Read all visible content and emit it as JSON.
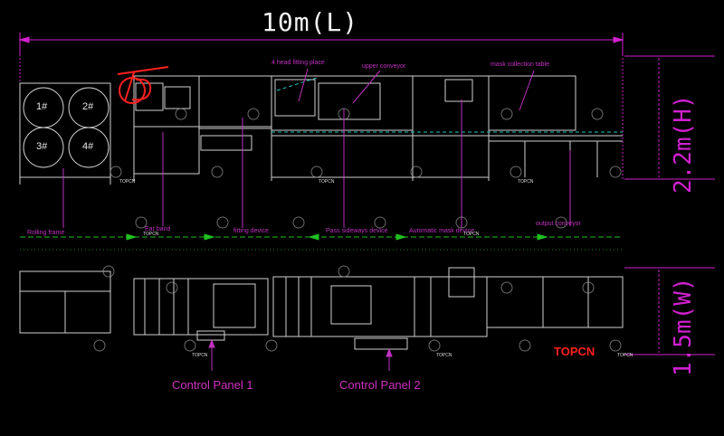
{
  "dimensions": {
    "length": "10m(L)",
    "height": "2.2m(H)",
    "width": "1.5m(W)"
  },
  "labels": {
    "fitting_place": "4 head fitting place",
    "upper_conveyor": "upper conveyor",
    "mask_collection": "mask collection table",
    "rolling_frame": "Rolling frame",
    "ear_band": "Ear band",
    "fixing_device": "fitting device",
    "second_device": "Pass sideways device",
    "auto_device": "Automatic mask device",
    "output_conveyor": "output conveyor"
  },
  "rolls": [
    "1#",
    "2#",
    "3#",
    "4#"
  ],
  "control_panels": [
    "Control Panel 1",
    "Control Panel 2"
  ],
  "brand": "TOPCN",
  "watermark": "TOPCN",
  "colors": {
    "background": "#000000",
    "dimension_text": "#f2f2f2",
    "dimension_line": "#d020d0",
    "label": "#c030c0",
    "machine_line": "#cfcfcf",
    "flow_arrow": "#20c020",
    "brand": "#ff2020"
  }
}
